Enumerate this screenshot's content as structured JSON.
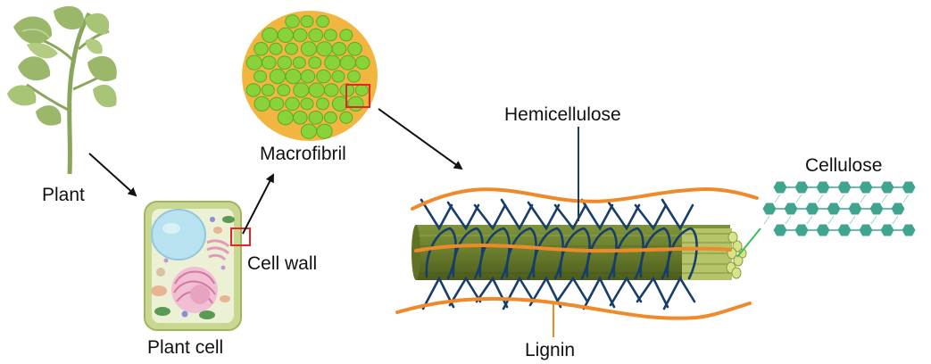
{
  "labels": {
    "plant": "Plant",
    "plant_cell": "Plant cell",
    "cell_wall": "Cell wall",
    "macrofibril": "Macrofibril",
    "hemicellulose": "Hemicellulose",
    "cellulose": "Cellulose",
    "lignin": "Lignin"
  },
  "colors": {
    "plant_leaf": "#9bb86a",
    "plant_leaf_light": "#c4d89a",
    "plant_stem": "#8aa65c",
    "cell_wall": "#c9d890",
    "cell_wall_border": "#9fb55f",
    "cytoplasm": "#ecf1d6",
    "vacuole": "#b9e2f1",
    "nucleus": "#e8a3bf",
    "macrofibril_bg": "#f2b640",
    "microfibril": "#88d23a",
    "highlight_box": "#e3262b",
    "fibril_bundle": "#6b7f2c",
    "fibril_dark": "#4e5f1e",
    "fibril_end": "#c9d77a",
    "hemicellulose": "#173e6b",
    "lignin": "#ef8a2a",
    "cellulose_hex": "#3fa58e",
    "pointer_green": "#3cbf5a",
    "arrow": "#111111"
  }
}
